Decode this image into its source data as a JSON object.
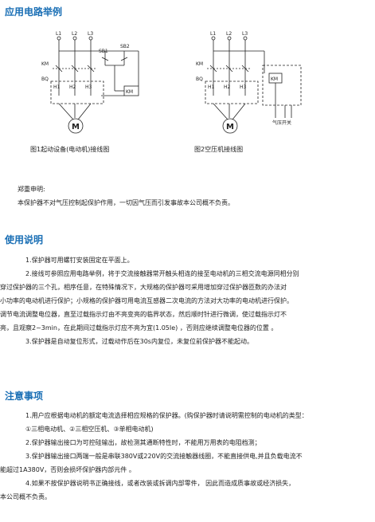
{
  "sections": {
    "circuit_title": "应用电路举例",
    "usage_title": "使用说明",
    "notes_title": "注意事项"
  },
  "fig1": {
    "caption": "图1起动设备(电动机)接线图",
    "labels": {
      "l1": "L1",
      "l2": "L2",
      "l3": "L3",
      "sb1": "SB1",
      "sb2": "SB2",
      "km": "KM",
      "bq": "BQ",
      "h1": "H1",
      "h2": "H2",
      "h3": "H3",
      "km_box": "KM",
      "motor": "M"
    }
  },
  "fig2": {
    "caption": "图2空压机接线图",
    "labels": {
      "l1": "L1",
      "l2": "L2",
      "l3": "L3",
      "km": "KM",
      "bq": "BQ",
      "h1": "H1",
      "h2": "H2",
      "h3": "H3",
      "km_box": "KM",
      "motor": "M",
      "pressure_switch": "气压开关"
    }
  },
  "disclaimer": {
    "title": "郑重申明:",
    "text": "本保护器不对气压控制起保护作用，一切因气压而引发事故本公司概不负责。"
  },
  "usage": {
    "lines": [
      "1.保护器可用螺钉安装固定在平面上。",
      "2.接线可参照应用电路举例，将于交流接触器常开触头相连的接至电动机的三相交流电源同相分别",
      "穿过保护器的三个孔，相序任意，在特殊情况下，大规格的保护器可采用增加穿过保护器匝数的办法对",
      "小功率的电动机进行保护；小规格的保护器可用电流互感器二次电流的方法对大功率的电动机进行保护。",
      "调节电流调整电位器，直至过载指示灯由不亮变亮的临界状态，然后顺时针进行微调，使过载指示灯不",
      "亮，且观察2~3min，在此期间过载指示灯应不亮为宜(1.05Ie) ，否则应继续调整电位器的位置 。",
      "3.保护器是自动复位形式，过载动作后在30s内复位，未复位前保护器不能起动。"
    ]
  },
  "notes": {
    "lines": [
      "1.用户应根据电动机的额定电流选择相应规格的保护器。(购保护器时请说明需控制的电动机的类型：",
      "①三相电动机、②三相空压机、③单相电动机)",
      "2.保护器输出接口为可控硅输出，故检测其通断特性时，不能用万用表的电阻档测；",
      "3.保护器输出接口两端一般是串联380V或220V的交流接触器线圈，不能直接供电,并且负载电流不",
      "能超过1A380V，否则会损坏保护器内部元件 。",
      "4.如果不按保护器说明书正确接线，或者改装或拆调内部零件， 因此而造成质事故或经济损失，",
      "本公司概不负责。"
    ]
  }
}
